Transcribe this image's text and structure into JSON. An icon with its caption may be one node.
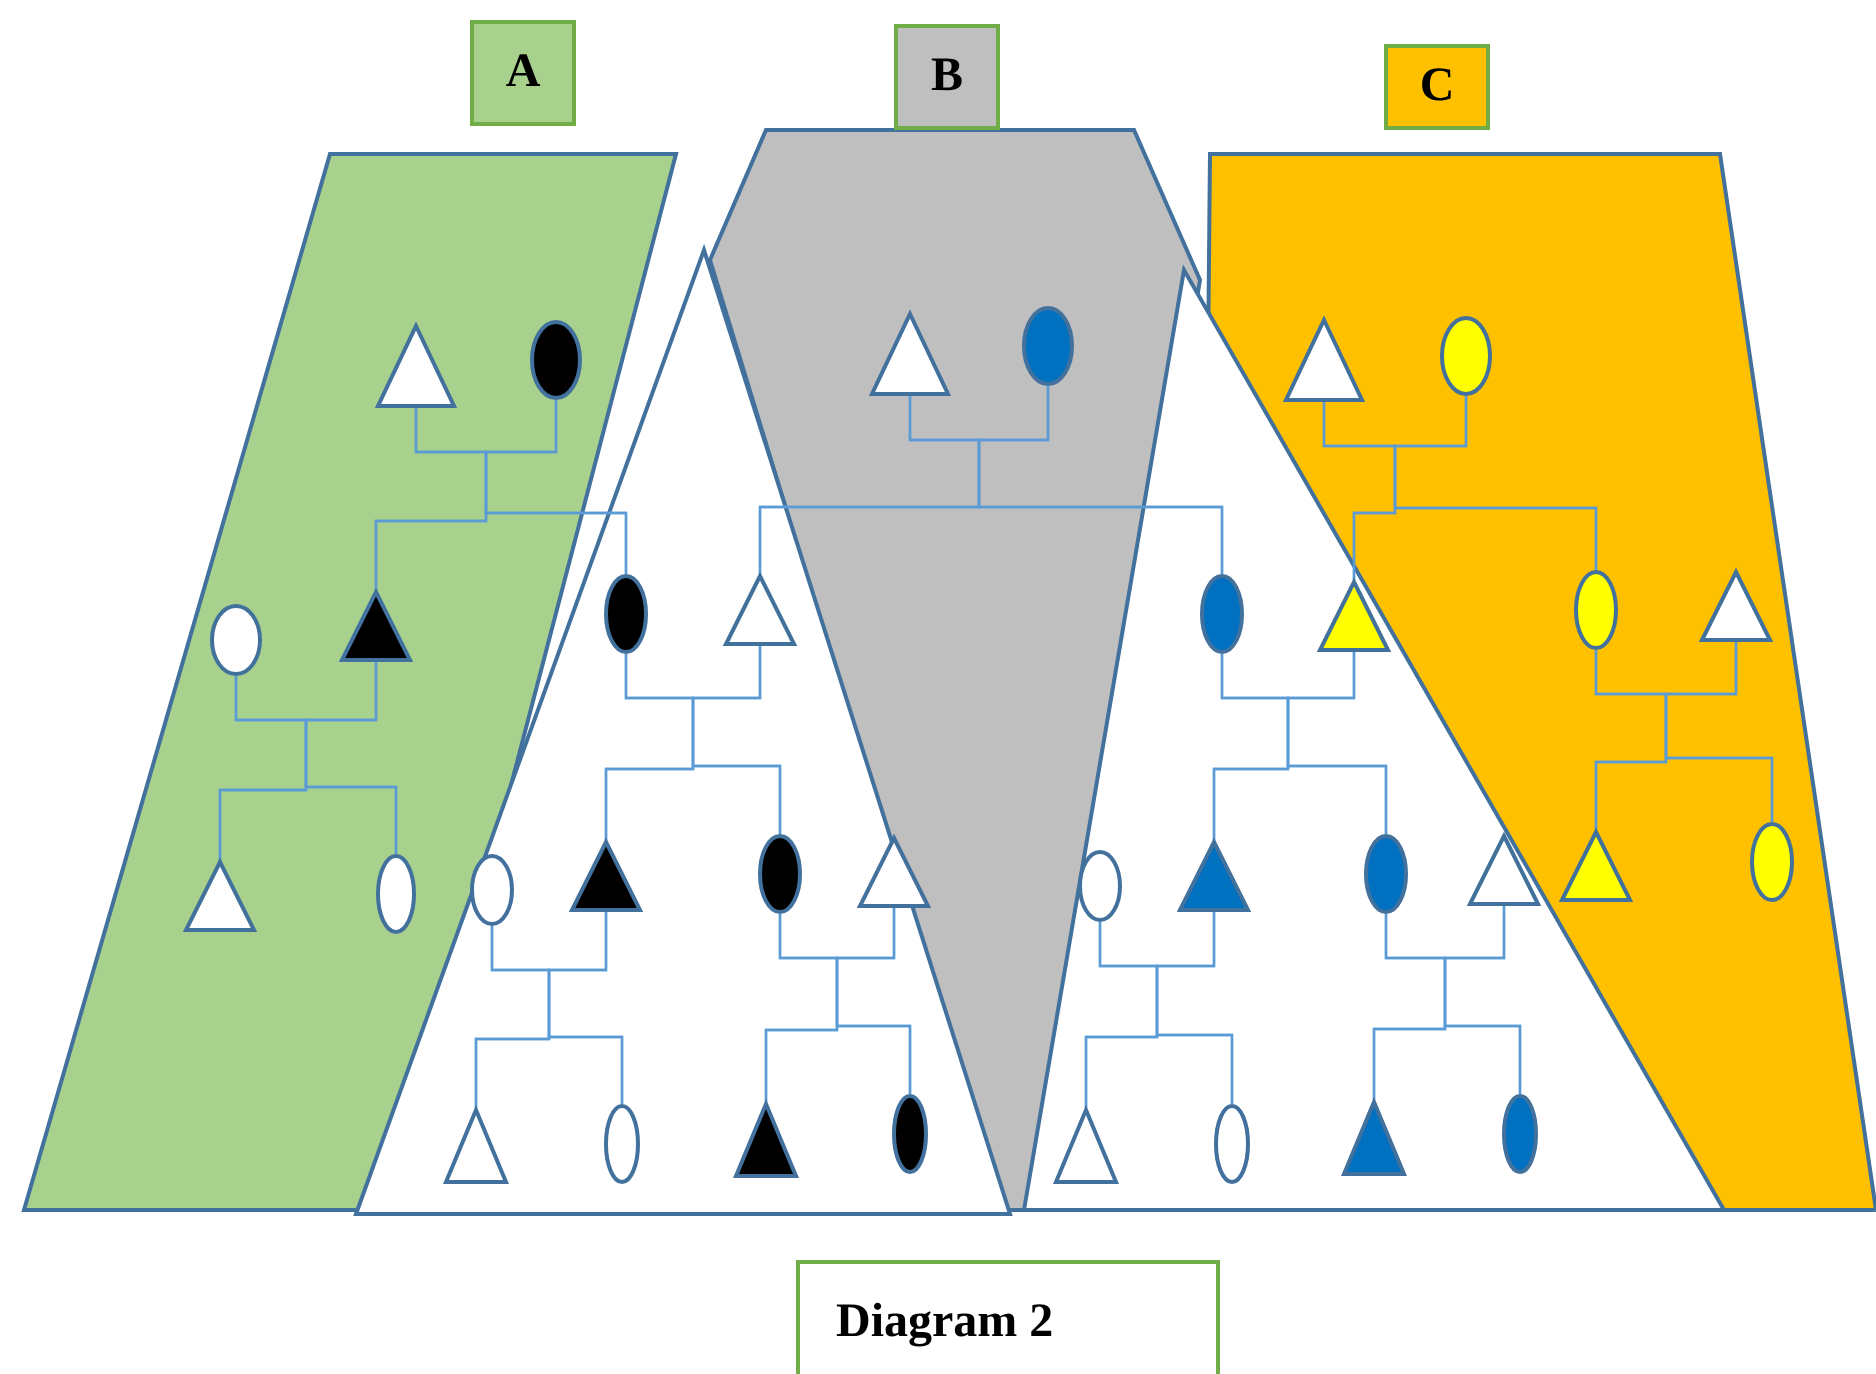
{
  "diagram": {
    "nodes": [
      {
        "text": [
          "A"
        ]
      },
      {
        "text": [
          "B"
        ]
      },
      {
        "text": [
          "C"
        ]
      },
      {
        "text": [],
        "shape": "triangle"
      },
      {
        "text": [],
        "shape": "oval"
      },
      {
        "text": [],
        "shape": "triangle"
      },
      {
        "text": [],
        "shape": "oval"
      },
      {
        "text": [],
        "shape": "triangle"
      },
      {
        "text": [],
        "shape": "oval"
      },
      {
        "text": [],
        "shape": "oval"
      },
      {
        "text": [],
        "shape": "triangle"
      },
      {
        "text": [],
        "shape": "oval"
      },
      {
        "text": [],
        "shape": "triangle"
      },
      {
        "text": [],
        "shape": "oval"
      },
      {
        "text": [],
        "shape": "triangle"
      },
      {
        "text": [],
        "shape": "oval"
      },
      {
        "text": [],
        "shape": "triangle"
      },
      {
        "text": [],
        "shape": "triangle"
      },
      {
        "text": [],
        "shape": "oval"
      },
      {
        "text": [],
        "shape": "oval"
      },
      {
        "text": [],
        "shape": "triangle"
      },
      {
        "text": [],
        "shape": "oval"
      },
      {
        "text": [],
        "shape": "triangle"
      },
      {
        "text": [],
        "shape": "oval"
      },
      {
        "text": [],
        "shape": "triangle"
      },
      {
        "text": [],
        "shape": "oval"
      },
      {
        "text": [],
        "shape": "triangle"
      },
      {
        "text": [],
        "shape": "triangle"
      },
      {
        "text": [],
        "shape": "oval"
      },
      {
        "text": [],
        "shape": "triangle"
      },
      {
        "text": [],
        "shape": "oval"
      },
      {
        "text": [],
        "shape": "triangle"
      },
      {
        "text": [],
        "shape": "oval"
      },
      {
        "text": [],
        "shape": "triangle"
      },
      {
        "text": [],
        "shape": "oval"
      },
      {
        "text": [],
        "shape": "triangle"
      },
      {
        "text": [],
        "shape": "oval"
      },
      {
        "text": [
          "Diagram 2"
        ]
      }
    ],
    "edges": [
      {
        "from": 3,
        "to": 10,
        "arrow": "none"
      },
      {
        "from": 3,
        "to": 11,
        "arrow": "none"
      },
      {
        "from": 4,
        "to": 10,
        "arrow": "none"
      },
      {
        "from": 4,
        "to": 11,
        "arrow": "none"
      },
      {
        "from": 5,
        "to": 12,
        "arrow": "none"
      },
      {
        "from": 5,
        "to": 13,
        "arrow": "none"
      },
      {
        "from": 6,
        "to": 12,
        "arrow": "none"
      },
      {
        "from": 6,
        "to": 13,
        "arrow": "none"
      },
      {
        "from": 7,
        "to": 14,
        "arrow": "none"
      },
      {
        "from": 7,
        "to": 15,
        "arrow": "none"
      },
      {
        "from": 8,
        "to": 14,
        "arrow": "none"
      },
      {
        "from": 8,
        "to": 15,
        "arrow": "none"
      },
      {
        "from": 9,
        "to": 17,
        "arrow": "none"
      },
      {
        "from": 9,
        "to": 18,
        "arrow": "none"
      },
      {
        "from": 10,
        "to": 17,
        "arrow": "none"
      },
      {
        "from": 10,
        "to": 18,
        "arrow": "none"
      },
      {
        "from": 11,
        "to": 20,
        "arrow": "none"
      },
      {
        "from": 11,
        "to": 21,
        "arrow": "none"
      },
      {
        "from": 12,
        "to": 20,
        "arrow": "none"
      },
      {
        "from": 12,
        "to": 21,
        "arrow": "none"
      },
      {
        "from": 13,
        "to": 24,
        "arrow": "none"
      },
      {
        "from": 13,
        "to": 25,
        "arrow": "none"
      },
      {
        "from": 14,
        "to": 24,
        "arrow": "none"
      },
      {
        "from": 14,
        "to": 25,
        "arrow": "none"
      },
      {
        "from": 15,
        "to": 27,
        "arrow": "none"
      },
      {
        "from": 15,
        "to": 28,
        "arrow": "none"
      },
      {
        "from": 16,
        "to": 27,
        "arrow": "none"
      },
      {
        "from": 16,
        "to": 28,
        "arrow": "none"
      },
      {
        "from": 19,
        "to": 29,
        "arrow": "none"
      },
      {
        "from": 19,
        "to": 30,
        "arrow": "none"
      },
      {
        "from": 20,
        "to": 29,
        "arrow": "none"
      },
      {
        "from": 20,
        "to": 30,
        "arrow": "none"
      },
      {
        "from": 21,
        "to": 31,
        "arrow": "none"
      },
      {
        "from": 21,
        "to": 32,
        "arrow": "none"
      },
      {
        "from": 22,
        "to": 31,
        "arrow": "none"
      },
      {
        "from": 22,
        "to": 32,
        "arrow": "none"
      },
      {
        "from": 23,
        "to": 33,
        "arrow": "none"
      },
      {
        "from": 23,
        "to": 34,
        "arrow": "none"
      },
      {
        "from": 24,
        "to": 33,
        "arrow": "none"
      },
      {
        "from": 24,
        "to": 34,
        "arrow": "none"
      },
      {
        "from": 25,
        "to": 35,
        "arrow": "none"
      },
      {
        "from": 25,
        "to": 36,
        "arrow": "none"
      },
      {
        "from": 26,
        "to": 35,
        "arrow": "none"
      },
      {
        "from": 26,
        "to": 36,
        "arrow": "none"
      }
    ]
  }
}
